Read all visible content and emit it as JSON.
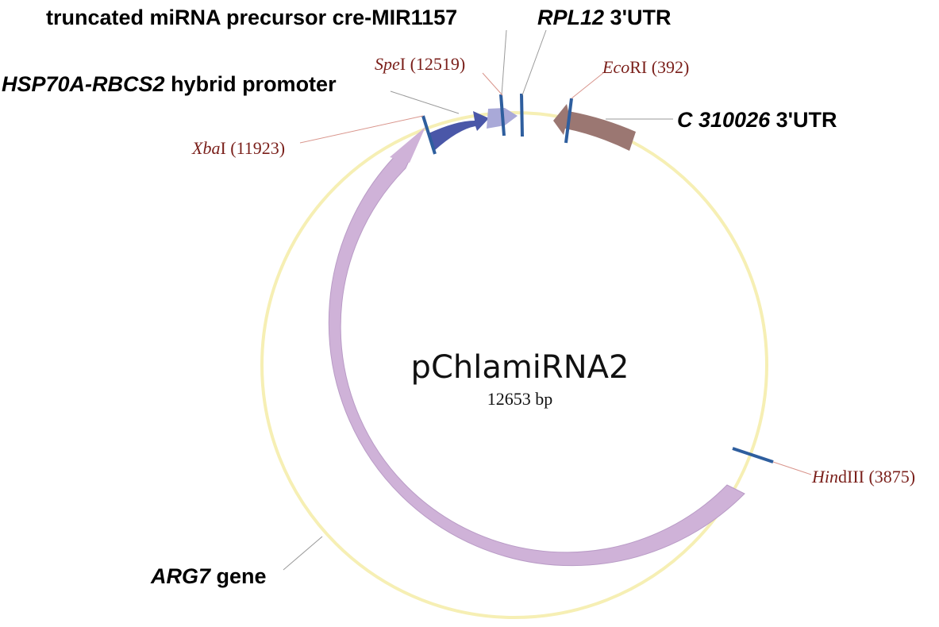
{
  "plasmid": {
    "name": "pChlamiRNA2",
    "size_label": "12653 bp"
  },
  "features": {
    "mirna": {
      "label": "truncated miRNA precursor cre-MIR1157"
    },
    "rpl12": {
      "label_italic": "RPL12",
      "label_rest": " 3'UTR"
    },
    "promoter": {
      "label_italic": "HSP70A-RBCS2",
      "label_rest": " hybrid promoter",
      "color": "#4a57a8"
    },
    "c310026": {
      "label_italic": "C 310026",
      "label_rest": " 3'UTR",
      "color": "#9b7772"
    },
    "arg7": {
      "label_italic": "ARG7",
      "label_rest": " gene",
      "color": "#cfb2d8"
    }
  },
  "sites": {
    "spe": {
      "name_italic": "Spe",
      "name_rest": "I (12519)"
    },
    "eco": {
      "name_italic": "Eco",
      "name_rest": "RI (392)"
    },
    "xba": {
      "name_italic": "Xba",
      "name_rest": "I (11923)"
    },
    "hind": {
      "name_italic": "Hin",
      "name_rest": "dIII (3875)"
    }
  },
  "colors": {
    "backbone": "#f6efb4",
    "site_marker": "#2e5e9e",
    "site_text": "#7a1f1a",
    "mirna_feature": "#a9a9d8"
  }
}
